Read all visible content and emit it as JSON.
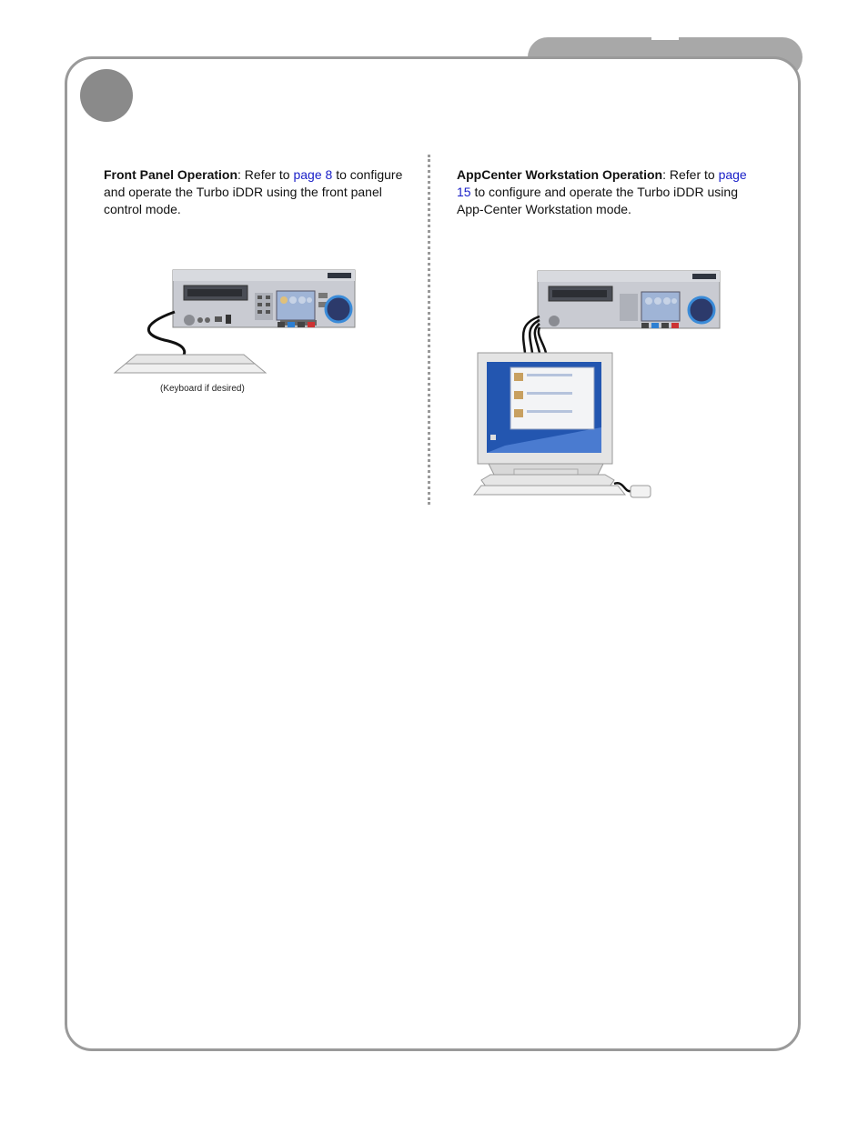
{
  "left": {
    "heading": "Front Panel Operation",
    "text_before_link": ": Refer to ",
    "link": "page 8",
    "text_after_link": " to configure and operate the Turbo iDDR using the front panel control mode.",
    "caption": "(Keyboard if desired)"
  },
  "right": {
    "heading": "AppCenter Workstation Operation",
    "text_before_link": ": Refer to ",
    "link": "page 15",
    "text_after_link": " to configure and operate the Turbo iDDR using App-Center Workstation mode."
  },
  "colors": {
    "frame": "#9a9a9a",
    "tab": "#a8a8a8",
    "link": "#1a20c8",
    "badge": "#8a8a8a"
  },
  "icons": [
    "ddr-unit-icon",
    "keyboard-icon",
    "monitor-icon",
    "mouse-icon"
  ]
}
